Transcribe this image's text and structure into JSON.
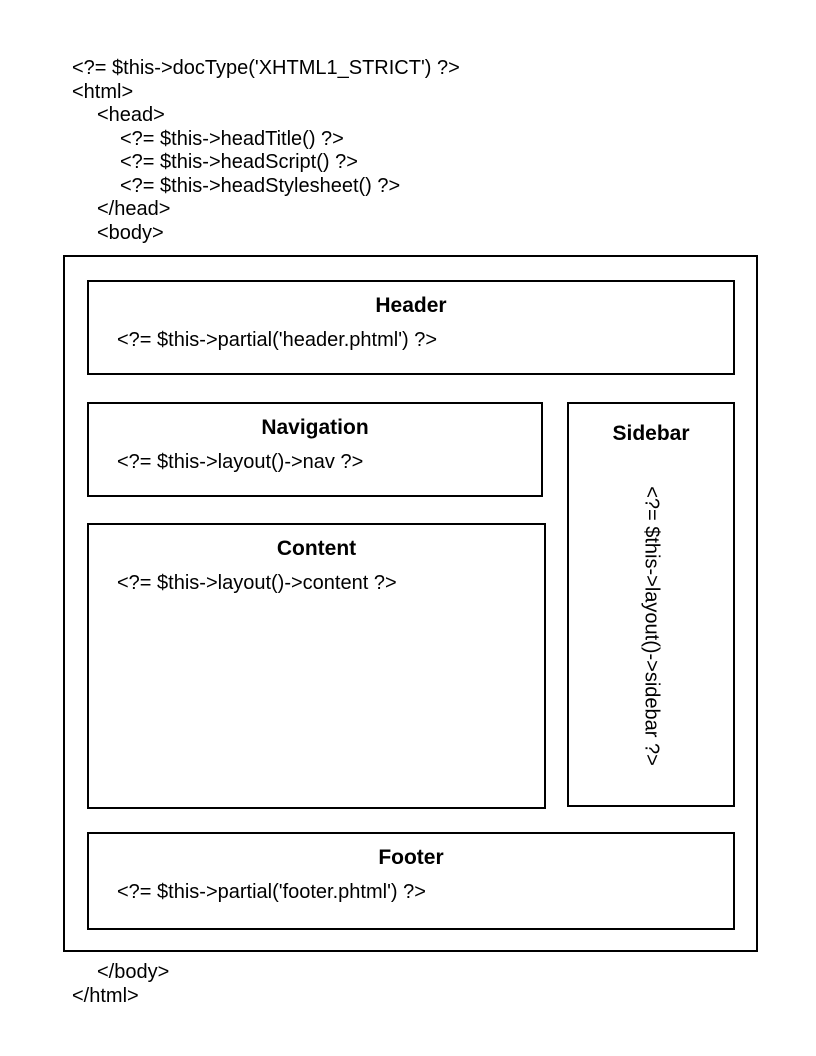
{
  "page": {
    "background": "#ffffff",
    "border_color": "#000000",
    "text_color": "#000000"
  },
  "code_top": {
    "lines": [
      {
        "indent": 0,
        "text": "<?= $this->docType('XHTML1_STRICT') ?>"
      },
      {
        "indent": 0,
        "text": "<html>"
      },
      {
        "indent": 1,
        "text": "<head>"
      },
      {
        "indent": 2,
        "text": "<?= $this->headTitle() ?>"
      },
      {
        "indent": 2,
        "text": "<?= $this->headScript() ?>"
      },
      {
        "indent": 2,
        "text": "<?= $this->headStylesheet() ?>"
      },
      {
        "indent": 1,
        "text": "</head>"
      },
      {
        "indent": 1,
        "text": "<body>"
      }
    ]
  },
  "code_bottom": {
    "lines": [
      {
        "indent": 1,
        "text": "</body>"
      },
      {
        "indent": 0,
        "text": "</html>"
      }
    ]
  },
  "diagram": {
    "boxes": {
      "header": {
        "title": "Header",
        "code": "<?= $this->partial('header.phtml') ?>"
      },
      "navigation": {
        "title": "Navigation",
        "code": "<?= $this->layout()->nav ?>"
      },
      "content": {
        "title": "Content",
        "code": "<?= $this->layout()->content ?>"
      },
      "sidebar": {
        "title": "Sidebar",
        "code": "<?= $this->layout()->sidebar ?>"
      },
      "footer": {
        "title": "Footer",
        "code": "<?= $this->partial('footer.phtml') ?>"
      }
    }
  }
}
